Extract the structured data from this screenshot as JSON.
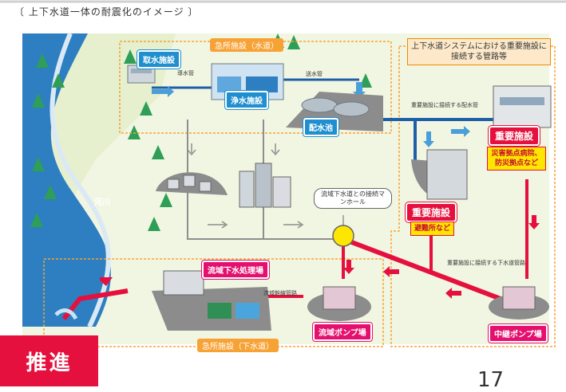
{
  "title": "〔 上下水道一体の耐震化のイメージ 〕",
  "labels": {
    "urgent_water": "急所施設（水道）",
    "urgent_sewer": "急所施設（下水道）",
    "intake": "取水施設",
    "purification": "浄水施設",
    "distribution": "配水池",
    "raw_water": "導水管",
    "feed_water": "送水管",
    "river": "河川",
    "important1": "重要施設",
    "important2": "重要施設",
    "disaster_base": "災害拠点病院、防災拠点など",
    "evac": "避難所など",
    "system_box": "上下水道システムにおける重要施設に接続する管路等",
    "pipe_connect": "重要施設に接続する配水管",
    "sewer_pipe": "重要施設に接続する下水道管路",
    "manhole": "流域下水道との接続マンホール",
    "treatment": "流域下水処理場",
    "trunk": "流域幹線管路",
    "pump": "流域ポンプ場",
    "relay_pump": "中継ポンプ場"
  },
  "badge": "推進",
  "page_number": "17",
  "colors": {
    "river": "#2d7fc1",
    "water_pipe": "#1f5fa8",
    "sewer_pipe": "#e5103d",
    "urgent_border": "#f7a235",
    "system_fill": "#fde9c9"
  }
}
